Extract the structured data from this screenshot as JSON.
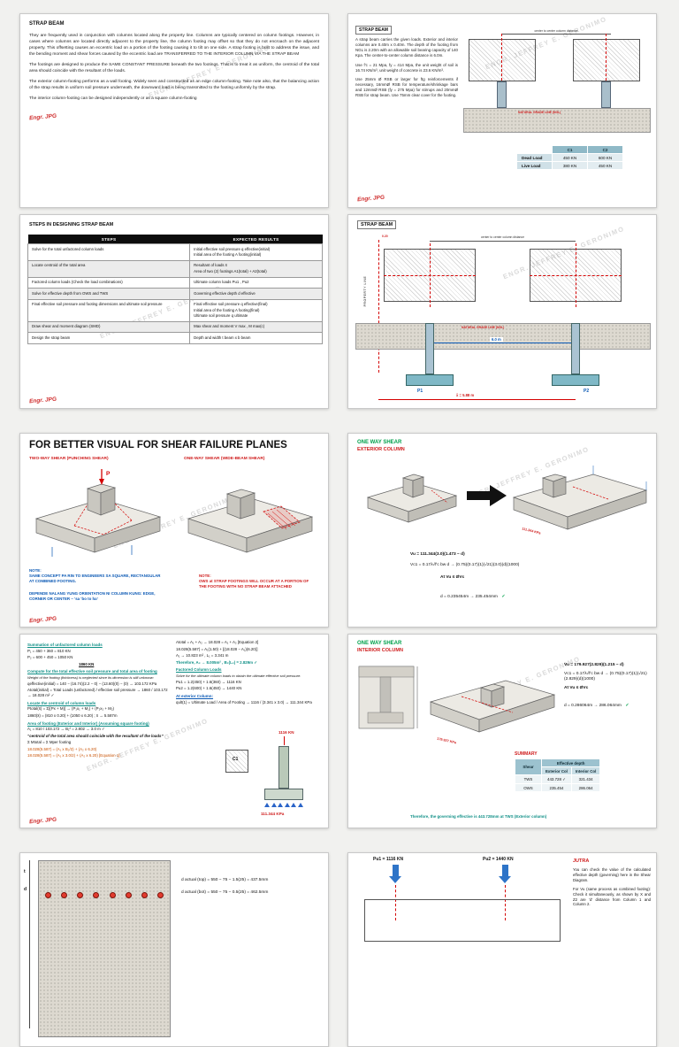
{
  "watermark": "ENGR. JEFFREY E. GERONIMO",
  "signature": "Engr. JPG",
  "page1": {
    "title": "STRAP BEAM",
    "para1": "They are frequently used in conjunction with columns located along the property line. Columns are typically centered on column footings. However, in cases where columns are located directly adjacent to the property line, the column footing may offset so that they do not encroach on the adjacent property. This offsetting causes an eccentric load on a portion of the footing causing it to tilt on one side. A strap footing is built to address the issue, and the bending moment and shear forces caused by the eccentric load are TRANSFERRED TO THE INTERIOR COLUMN VIA THE STRAP BEAM",
    "para2": "The footings are designed to produce the SAME CONSTANT PRESSURE beneath the two footings. That is to treat it as uniform, the centroid of the total area should coincide with the resultant of the loads.",
    "para3": "The exterior column-footing performs as a wall footing. Widely seen and constructed as an edge column-footing. Take note also, that the balancing action of the strap results in uniform soil pressure underneath, the downward load is being transmitted to the footing uniformly by the strap.",
    "para4": "The interior column-footing can be designed independently or as a square column-footing"
  },
  "page2": {
    "title": "STRAP BEAM",
    "para1": "A strap beam carries the given loads. Exterior and interior columns are 0.40m x 0.40m. The depth of the footing from NGL is 2.20m with an allowable soil bearing capacity of 140 Kpa. The center-to-center column distance is 6.0m.",
    "para2": "Use f'c = 21 Mpa, fy = 414 Mpa, the unit weight of soil is 16.74 KN/m³, unit weight of concrete is 23.6 KN/m³.",
    "para3": "Use 25mm Ø RSB or larger for ftg reinforcements if necessary, 16mmØ RSB for temperature/shrinkage bars and 12mmØ RSB (fy = 275 Mpa) for stirrups and 20mmØ RSB for strap beam. Use 75mm clear cover for the footing.",
    "dim_label": "center to center column distance",
    "ngl_label": "NATURAL GRADE LINE (NGL)",
    "table": {
      "c1": "C1",
      "c2": "C2",
      "rows": [
        {
          "label": "Dead Load",
          "c1": "450 KN",
          "c2": "600 KN"
        },
        {
          "label": "Live Load",
          "c1": "380 KN",
          "c2": "450 KN"
        }
      ]
    }
  },
  "page3": {
    "title": "STEPS IN DESIGNING STRAP BEAM",
    "col_steps": "STEPS",
    "col_results": "EXPECTED RESULTS",
    "rows": [
      {
        "step": "Solve for the total unfactored column loads",
        "result": "Initial effective soil pressure    q effective(initial)\nInitial area of the footing    A footing(initial)"
      },
      {
        "step": "Locate centroid of the total area",
        "result": "Resultant of loads    x̄\nArea of two (2) footings    A1(total) + A2(total)"
      },
      {
        "step": "Factored column loads (Check the load combinations)",
        "result": "Ultimate column loads    Pu1 , Pu2"
      },
      {
        "step": "Solve for effective depth from OWS and TWS",
        "result": "Governing effective depth    d effective"
      },
      {
        "step": "Final effective soil pressure and footing dimensions and ultimate soil pressure",
        "result": "Final effective soil pressure    q effective(final)\nInitial area of the footing    A footing(final)\nUltimate soil pressure    q ultimate"
      },
      {
        "step": "Draw shear and moment diagram (SMD)",
        "result": "Max shear and moment    V max , M max(c)"
      },
      {
        "step": "Design the strap beam",
        "result": "Depth and width    t beam x b beam"
      }
    ]
  },
  "page4": {
    "title": "STRAP BEAM",
    "property_line": "PROPERTY LINE",
    "ngl_label": "NATURAL GRADE LINE (NGL)",
    "dim_center": "center to center column distance",
    "dim_020": "0.20",
    "dim_60": "6.0 m",
    "p1": "P1",
    "p2": "P2",
    "xbar": "x̄ = 5.88 m"
  },
  "page5": {
    "title": "FOR BETTER VISUAL FOR SHEAR FAILURE PLANES",
    "sub_left": "TWO-WAY SHEAR (PUNCHING SHEAR)",
    "sub_right": "ONE-WAY SHEAR (WIDE-BEAM SHEAR)",
    "p_label": "P",
    "note_blue1": "NOTE:\nSAME CONCEPT PA RIN TO ENGINEERS SA SQUARE, RECTANGULAR AT COMBINED FOOTING.",
    "note_blue2": "DEPENDE NALANG YUNG ORIENTATION NI COLUMN KUNG: EDGE, CORNER OR CENTER – ‘sa ‘bo to ha’",
    "note_red": "NOTE:\nOWS at STRAP FOOTINGS WILL OCCUR AT A PORTION OF THE FOOTING WITH NO STRAP BEAM ATTACHED"
  },
  "page6": {
    "title1": "ONE WAY SHEAR",
    "title2": "EXTERIOR COLUMN",
    "pressure": "111.344 KPa",
    "eq1": "Vu = 111.344(3.0)(1.473 − d)",
    "eq2": "Vc1 = 0.17λ√f'c bw d → (0.75)(0.17)(1)(√21)(3.0)(d)(1000)",
    "eq3": "At Vu ≤ ØVc",
    "eq4": "d = 0.235454m → 235.454mm",
    "check": "✓"
  },
  "page7": {
    "h1": "Summation of unfactored column loads",
    "l1a": "P₁ = 450 + 360 = 810 KN",
    "l1b": "P₂ = 600 + 450 = 1050 KN",
    "l1c": "1860 KN",
    "h2": "Compute for the total effective soil pressure and total area of footing",
    "l2a": "Weight of the footing (thickness) is neglected since its dimension is still unknown",
    "l2b": "qeffective(initial) = 140 − (16.74)(2.2 − 0) − (13.60)(0) − (0) → 103.172 KPa",
    "l2c": "Atotal(initial) = Total Loads (unfactored) / effective soil pressure → 1860 / 103.172 → 18.028 m² ✓",
    "h3": "Locate the centroid of column loads",
    "l3a": "Ptotal(x̄) = Σ[(Px + M)] → (P₁x₁ + M₁) + (P₂x₂ + M₂)",
    "l3b": "1860(x̄) = (810 x 0.20) + (1050 x 6.20) ;  x̄ → 5.587m",
    "h4": "Area of footing (Exterior and Interior) (Assuming square footing)",
    "l4a": "A₁ = 810 / 103.172 → B₁² = 2.802 → 3.0 m ✓",
    "q1": "“centroid of the total area should coincide with the resultant of the loads”",
    "l5a": "Σ Mtotal = Σ Mper footing",
    "l5b": "18.028(5.587) = (A₁ x B₂/2) + (A₂ x 6.20)",
    "l5c": "18.028(5.587) = (A₁ x 3.0/2) + (A₂ x 6.20)  [Equation 1]",
    "r1": "Atotal = A₁ + A₂ → 18.028 = A₁ + A₂  [Equation 2]",
    "r2": "18.028(5.587) = A₁(1.50) + [(18.028 − A₁)(6.20)]",
    "r3": "A₁ → 10.823 m² ,  L₁ = 3.341 m",
    "r4": "Therefore,  A₂ → 8.005m² ,  B₂(L₂) = 2.829m ✓",
    "rh1": "Factored Column Loads",
    "r5": "Solve for the ultimate column loads to obtain the ultimate effective soil pressure.",
    "r6": "Pu1 = 1.2(450) + 1.6(360) → 1116 KN",
    "r7": "Pu2 = 1.2(600) + 1.6(450) → 1440 KN",
    "rh2": "At exterior Column:",
    "r8": "qult(1) = Ultimate Load / Area of Footing → 1116 / (3.341 x 3.0) → 111.344 KPa",
    "c1_label": "C1",
    "load_label": "1116 KN",
    "pressure_label": "111.344 KPa"
  },
  "page8": {
    "title1": "ONE WAY SHEAR",
    "title2": "INTERIOR COLUMN",
    "pressure": "179.927 KPa",
    "eq1": "Vu = 179.927(2.829)(1.215 − d)",
    "eq2": "Vc1 = 0.17λ√f'c bw d → (0.75)(0.17)(1)(√21)(2.829)(d)(1000)",
    "eq3": "At Vu ≤ ØVc",
    "eq4": "d = 0.286064m → 286.064mm",
    "check": "✓",
    "summary_label": "SUMMARY",
    "table": {
      "shear": "Shear",
      "eff": "Effective depth",
      "ext": "Exterior Col",
      "int": "Interior Col",
      "rows": [
        {
          "shear": "TWS",
          "ext": "443.728 ✓",
          "int": "321.434"
        },
        {
          "shear": "OWS",
          "ext": "235.454",
          "int": "286.064"
        }
      ]
    },
    "conclusion": "Therefore, the governing effective is 443.728mm at TWS (Exterior column)"
  },
  "page9": {
    "dim_t": "t",
    "dim_d": "d",
    "f1": "d actual (top) = 550 − 75 − 1.5(25) = 437.5mm",
    "f2": "d actual (bot) = 550 − 75 − 0.5(25) = 462.5mm"
  },
  "page10": {
    "pu1": "Pu1 = 1116 KN",
    "pu2": "Pu2 = 1440 KN",
    "note_title": "JUTRA",
    "note1": "You can check the value of the calculated effective depth (governing) here in the Shear Diagram.",
    "note2": "For Vu (same process as combined footing): Check it simultaneously, as shown by X and Z2 are ‘d’ distance from Column 1 and Column 2."
  }
}
